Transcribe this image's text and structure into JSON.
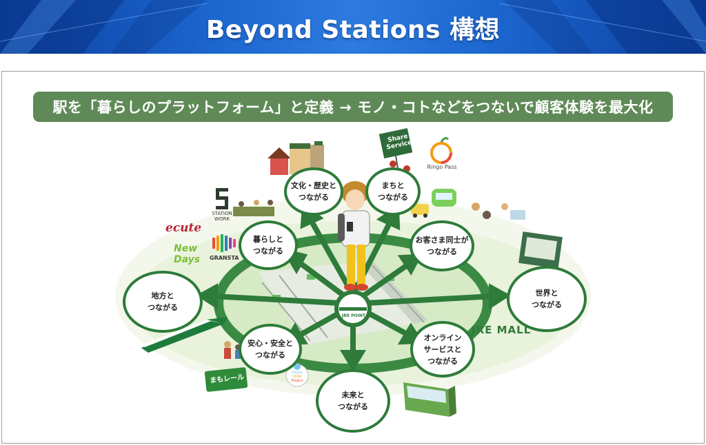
{
  "header": {
    "title": "Beyond Stations 構想"
  },
  "banner": {
    "text": "駅を「暮らしのプラットフォーム」と定義 → モノ・コトなどをつないで顧客体験を最大化"
  },
  "nodes": {
    "bunka": {
      "line1": "文化・歴史と",
      "line2": "つながる"
    },
    "machi": {
      "line1": "まちと",
      "line2": "つながる"
    },
    "kurashi": {
      "line1": "暮らしと",
      "line2": "つながる"
    },
    "okyaku": {
      "line1": "お客さま同士が",
      "line2": "つながる"
    },
    "chihou": {
      "line1": "地方と",
      "line2": "つながる"
    },
    "sekai": {
      "line1": "世界と",
      "line2": "つながる"
    },
    "anshin": {
      "line1": "安心・安全と",
      "line2": "つながる"
    },
    "online": {
      "line1": "オンライン",
      "line2": "サービスと",
      "line3": "つながる"
    },
    "mirai": {
      "line1": "未来と",
      "line2": "つながる"
    }
  },
  "logos": {
    "share_service": "Share Service",
    "ringo_pass": "Ringo Pass",
    "station_work": "STATION WORK",
    "ecute": "ecute",
    "newdays_line1": "New",
    "newdays_line2": "Days",
    "gransta": "GRANSTA",
    "jre_mall": "JRE MALL",
    "jre_point": "JRE POINT",
    "mamorail": "まもレール",
    "happy_child_line1": "Happy",
    "happy_child_line2": "Child",
    "happy_child_line3": "Project"
  },
  "colors": {
    "header_blue": "#1c66cf",
    "banner_green": "#5f8a57",
    "node_border": "#2e7b3a",
    "arrow_green": "#2e7b3a",
    "ring_green": "#3b8a43",
    "plaza_green": "#cfe5b8"
  }
}
